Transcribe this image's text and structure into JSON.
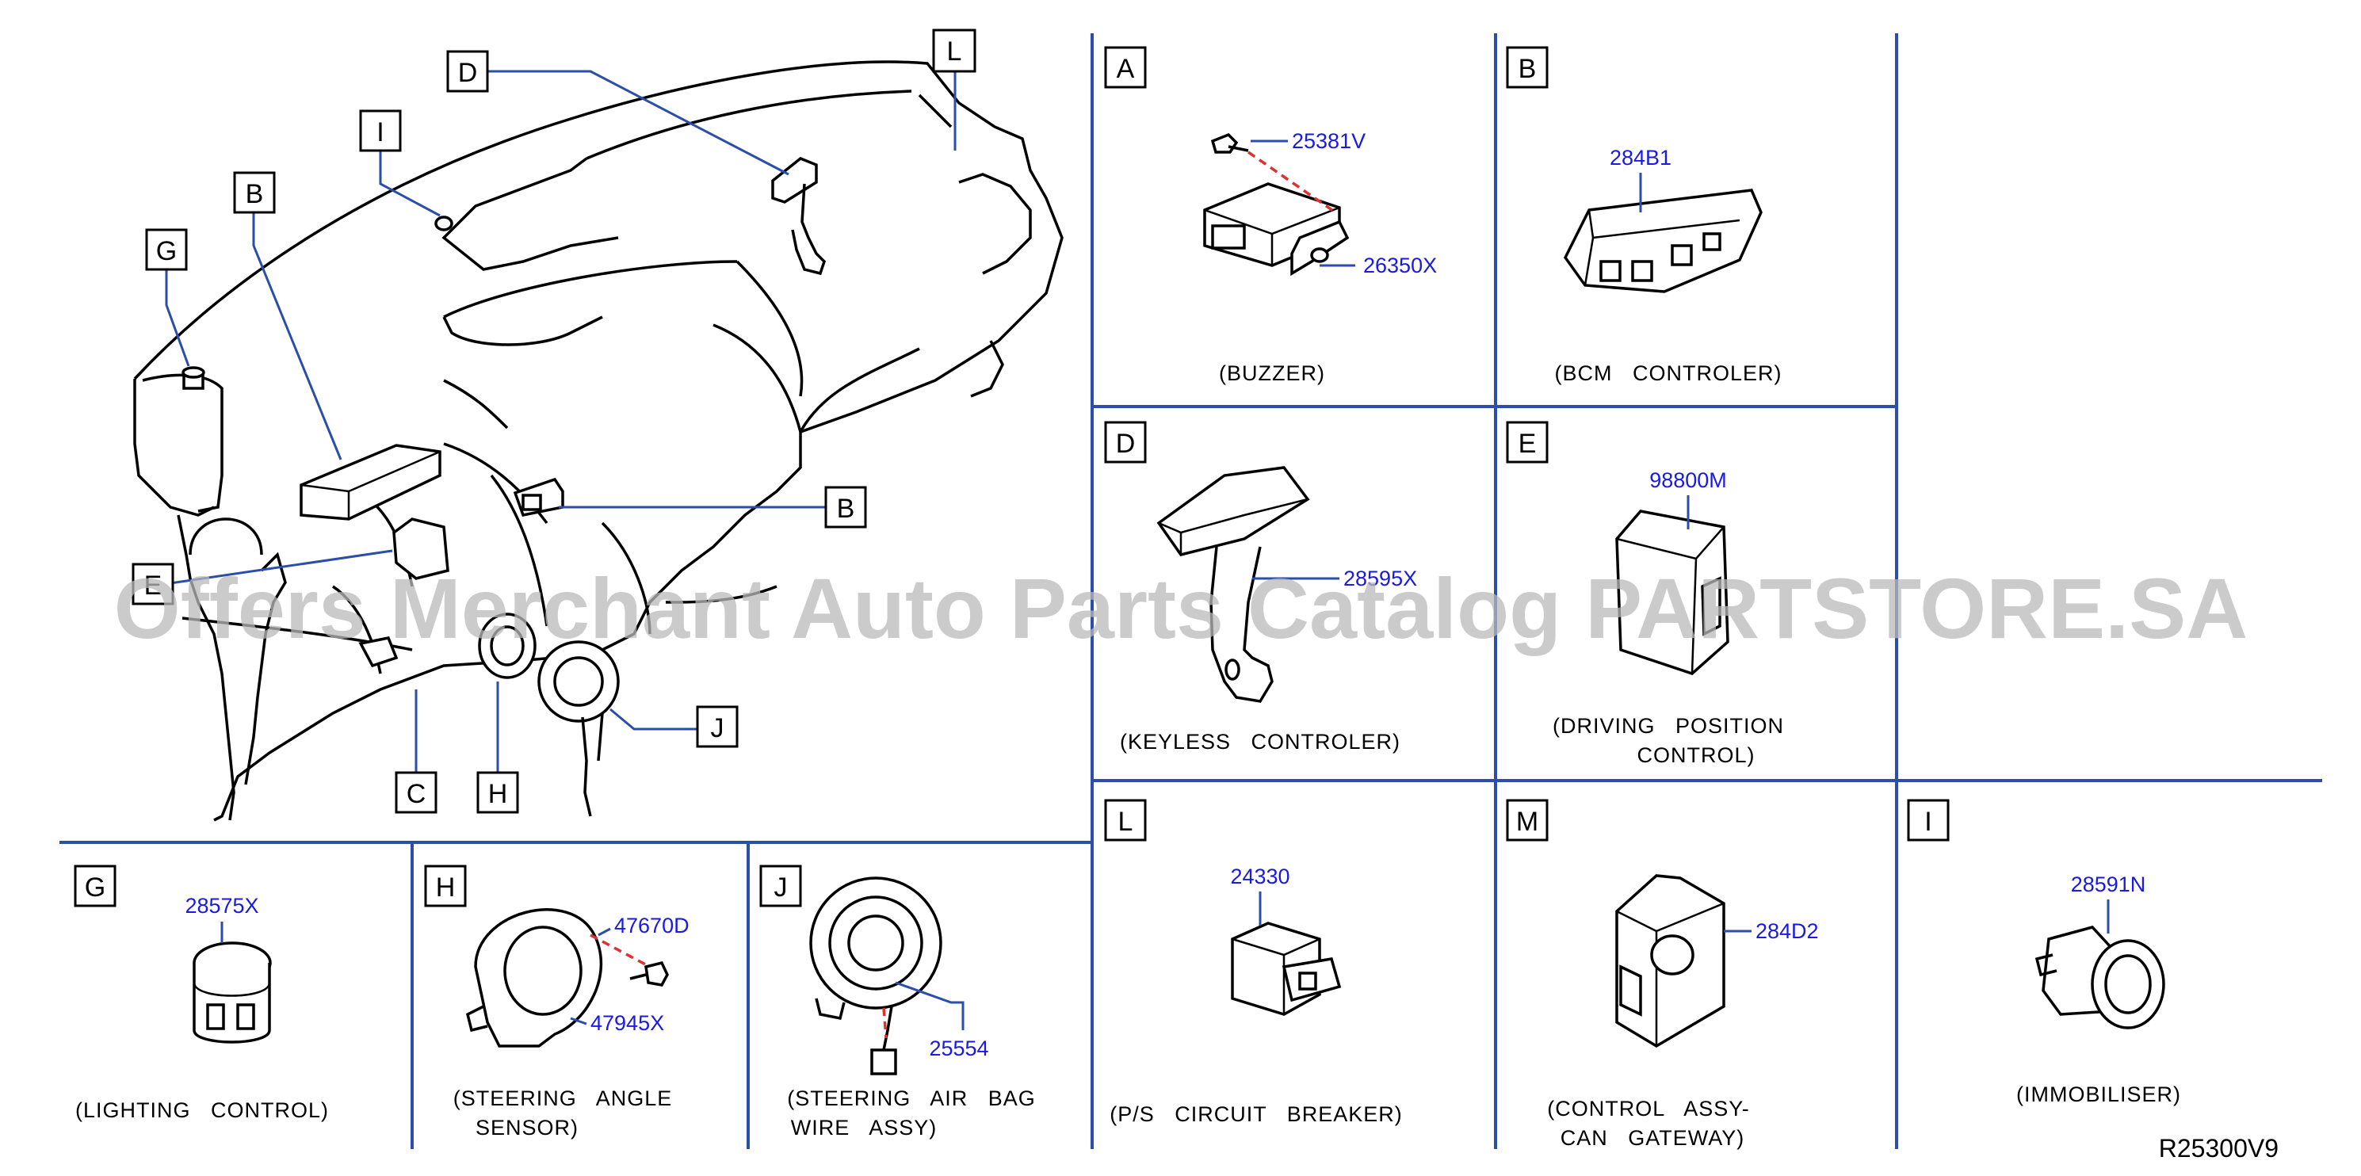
{
  "panels": {
    "A": {
      "letter": "A",
      "caption": "(BUZZER)",
      "parts": [
        "25381V",
        "26350X"
      ]
    },
    "B": {
      "letter": "B",
      "caption": "(BCM   CONTROLER)",
      "parts": [
        "284B1"
      ]
    },
    "D": {
      "letter": "D",
      "caption": "(KEYLESS   CONTROLER)",
      "parts": [
        "28595X"
      ]
    },
    "E": {
      "letter": "E",
      "caption_line1": "(DRIVING   POSITION",
      "caption_line2": "CONTROL)",
      "parts": [
        "98800M"
      ]
    },
    "L": {
      "letter": "L",
      "caption": "(P/S   CIRCUIT   BREAKER)",
      "parts": [
        "24330"
      ]
    },
    "M": {
      "letter": "M",
      "caption_line1": "(CONTROL   ASSY-",
      "caption_line2": "CAN   GATEWAY)",
      "parts": [
        "284D2"
      ]
    },
    "I": {
      "letter": "I",
      "caption": "(IMMOBILISER)",
      "parts": [
        "28591N"
      ]
    },
    "G": {
      "letter": "G",
      "caption": "(LIGHTING   CONTROL)",
      "parts": [
        "28575X"
      ]
    },
    "H": {
      "letter": "H",
      "caption_line1": "(STEERING   ANGLE",
      "caption_line2": "SENSOR)",
      "parts": [
        "47670D",
        "47945X"
      ]
    },
    "J": {
      "letter": "J",
      "caption_line1": "(STEERING   AIR   BAG",
      "caption_line2": "WIRE   ASSY)",
      "parts": [
        "25554"
      ]
    }
  },
  "overview_callouts": [
    "D",
    "L",
    "I",
    "B",
    "G",
    "B",
    "E",
    "C",
    "H",
    "J"
  ],
  "watermark": "Offers Merchant Auto Parts Catalog PARTSTORE.SA",
  "reference_code": "R25300V9",
  "colors": {
    "part_number": "#1a1ae0",
    "divider": "#2b4ea8",
    "dashed_leader": "#e03030",
    "watermark": "#b9b9b9"
  }
}
